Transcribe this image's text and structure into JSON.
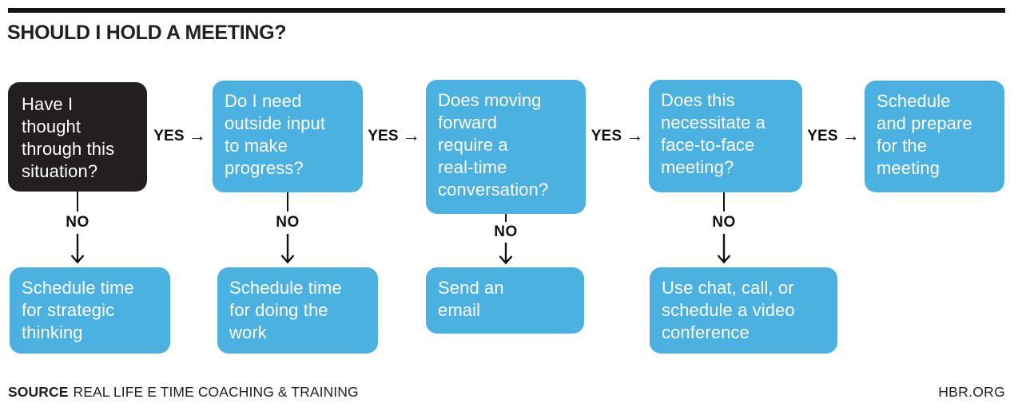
{
  "header": {
    "title": "SHOULD I HOLD A MEETING?"
  },
  "flow": {
    "yes_label": "YES",
    "yes_arrow": "→",
    "no_label": "NO",
    "questions": {
      "q1": {
        "lines": [
          "Have I",
          "thought",
          "through this",
          "situation?"
        ]
      },
      "q2": {
        "lines": [
          "Do I need",
          "outside input",
          "to make",
          "progress?"
        ]
      },
      "q3": {
        "lines": [
          "Does moving",
          "forward",
          "require a",
          "real-time",
          "conversation?"
        ]
      },
      "q4": {
        "lines": [
          "Does this",
          "necessitate a",
          "face-to-face",
          "meeting?"
        ]
      },
      "q5": {
        "lines": [
          "Schedule",
          "and prepare",
          "for the",
          "meeting"
        ]
      }
    },
    "outcomes": {
      "o1": {
        "lines": [
          "Schedule time",
          "for strategic",
          "thinking"
        ]
      },
      "o2": {
        "lines": [
          "Schedule time",
          "for doing the",
          "work"
        ]
      },
      "o3": {
        "lines": [
          "Send an",
          "email"
        ]
      },
      "o4": {
        "lines": [
          "Use chat, call, or",
          "schedule a video",
          "conference"
        ]
      }
    }
  },
  "footer": {
    "source_label": "SOURCE",
    "source_text": "REAL LIFE E TIME COACHING & TRAINING",
    "brand": "HBR.ORG"
  },
  "colors": {
    "accent_blue": "#4BB1E1",
    "dark_box": "#231F20",
    "rule_black": "#161414",
    "text_dark": "#231F20",
    "box_text": "#FFFFFF",
    "background": "#FFFFFF"
  }
}
